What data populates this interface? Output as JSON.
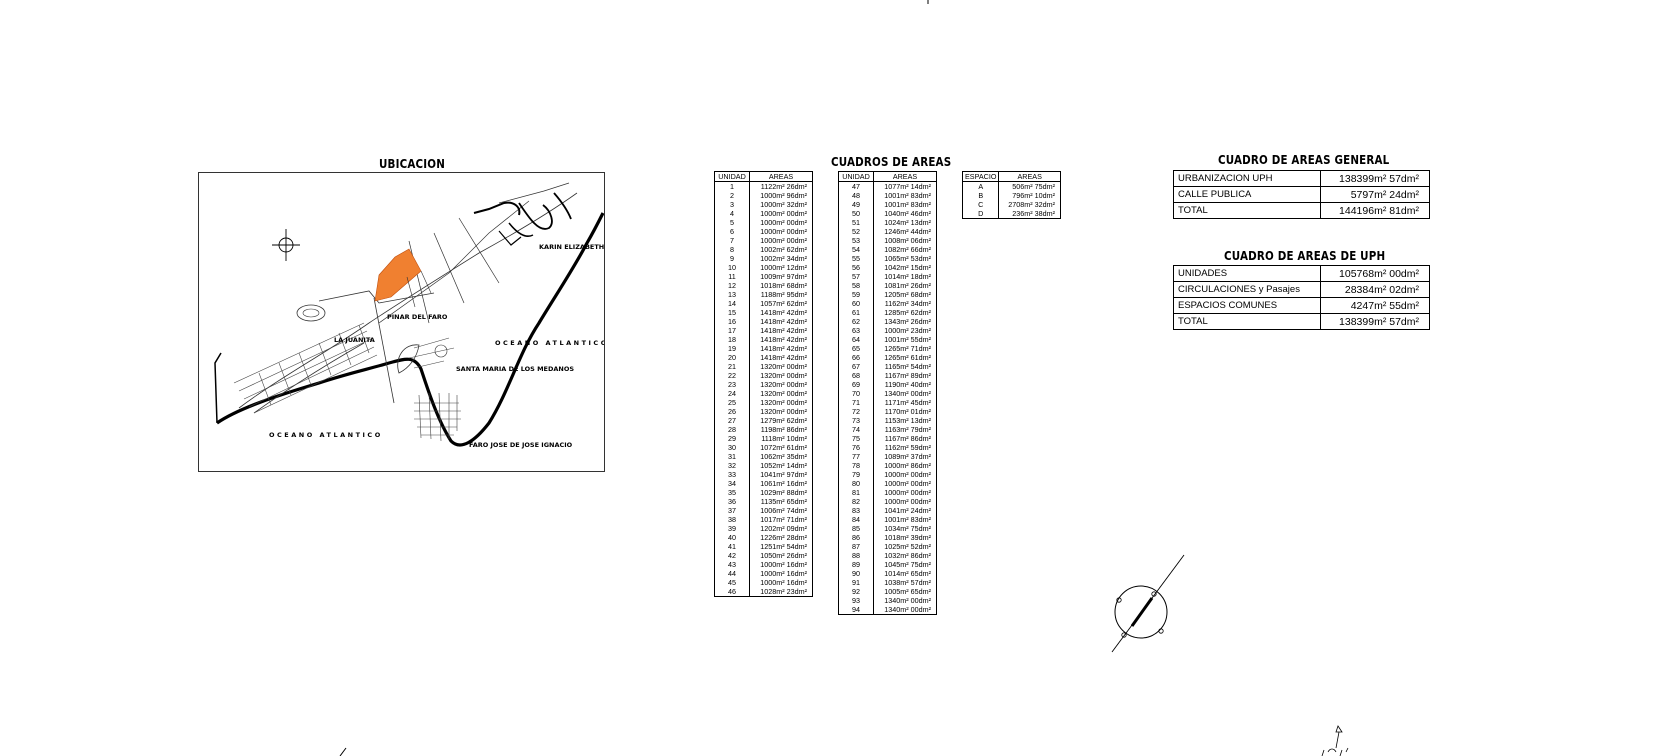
{
  "ubicacion": {
    "title": "UBICACION",
    "labels": {
      "karin": "KARIN ELIZABETH",
      "pinar": "PINAR DEL FARO",
      "oceano1": "OCEANO ATLANTICO",
      "juanita": "LA JUANITA",
      "santa_maria": "SANTA MARIA DE LOS MEDANOS",
      "oceano2": "OCEANO ATLANTICO",
      "faro": "FARO JOSE DE JOSE IGNACIO"
    },
    "highlight_color": "#f08030"
  },
  "cuadros": {
    "title": "CUADROS DE AREAS",
    "unidad_header": "UNIDAD",
    "areas_header": "AREAS",
    "espacio_header": "ESPACIO",
    "rows1": [
      [
        "1",
        "1122m² 26dm²"
      ],
      [
        "2",
        "1000m² 96dm²"
      ],
      [
        "3",
        "1000m² 32dm²"
      ],
      [
        "4",
        "1000m² 00dm²"
      ],
      [
        "5",
        "1000m² 00dm²"
      ],
      [
        "6",
        "1000m² 00dm²"
      ],
      [
        "7",
        "1000m² 00dm²"
      ],
      [
        "8",
        "1002m² 62dm²"
      ],
      [
        "9",
        "1002m² 34dm²"
      ],
      [
        "10",
        "1000m² 12dm²"
      ],
      [
        "11",
        "1009m² 97dm²"
      ],
      [
        "12",
        "1018m² 68dm²"
      ],
      [
        "13",
        "1188m² 95dm²"
      ],
      [
        "14",
        "1057m² 62dm²"
      ],
      [
        "15",
        "1418m² 42dm²"
      ],
      [
        "16",
        "1418m² 42dm²"
      ],
      [
        "17",
        "1418m² 42dm²"
      ],
      [
        "18",
        "1418m² 42dm²"
      ],
      [
        "19",
        "1418m² 42dm²"
      ],
      [
        "20",
        "1418m² 42dm²"
      ],
      [
        "21",
        "1320m² 00dm²"
      ],
      [
        "22",
        "1320m² 00dm²"
      ],
      [
        "23",
        "1320m² 00dm²"
      ],
      [
        "24",
        "1320m² 00dm²"
      ],
      [
        "25",
        "1320m² 00dm²"
      ],
      [
        "26",
        "1320m² 00dm²"
      ],
      [
        "27",
        "1279m² 62dm²"
      ],
      [
        "28",
        "1198m² 86dm²"
      ],
      [
        "29",
        "1118m² 10dm²"
      ],
      [
        "30",
        "1072m² 61dm²"
      ],
      [
        "31",
        "1062m² 35dm²"
      ],
      [
        "32",
        "1052m² 14dm²"
      ],
      [
        "33",
        "1041m² 97dm²"
      ],
      [
        "34",
        "1061m² 16dm²"
      ],
      [
        "35",
        "1029m² 88dm²"
      ],
      [
        "36",
        "1135m² 65dm²"
      ],
      [
        "37",
        "1006m² 74dm²"
      ],
      [
        "38",
        "1017m² 71dm²"
      ],
      [
        "39",
        "1202m² 09dm²"
      ],
      [
        "40",
        "1226m² 28dm²"
      ],
      [
        "41",
        "1251m² 54dm²"
      ],
      [
        "42",
        "1050m² 26dm²"
      ],
      [
        "43",
        "1000m² 16dm²"
      ],
      [
        "44",
        "1000m² 16dm²"
      ],
      [
        "45",
        "1000m² 16dm²"
      ],
      [
        "46",
        "1028m² 23dm²"
      ]
    ],
    "rows2": [
      [
        "47",
        "1077m² 14dm²"
      ],
      [
        "48",
        "1001m² 83dm²"
      ],
      [
        "49",
        "1001m² 83dm²"
      ],
      [
        "50",
        "1040m² 46dm²"
      ],
      [
        "51",
        "1024m² 13dm²"
      ],
      [
        "52",
        "1246m² 44dm²"
      ],
      [
        "53",
        "1008m² 06dm²"
      ],
      [
        "54",
        "1082m² 66dm²"
      ],
      [
        "55",
        "1065m² 53dm²"
      ],
      [
        "56",
        "1042m² 15dm²"
      ],
      [
        "57",
        "1014m² 18dm²"
      ],
      [
        "58",
        "1081m² 26dm²"
      ],
      [
        "59",
        "1205m² 68dm²"
      ],
      [
        "60",
        "1162m² 34dm²"
      ],
      [
        "61",
        "1285m² 62dm²"
      ],
      [
        "62",
        "1343m² 26dm²"
      ],
      [
        "63",
        "1000m² 23dm²"
      ],
      [
        "64",
        "1001m² 55dm²"
      ],
      [
        "65",
        "1265m² 71dm²"
      ],
      [
        "66",
        "1265m² 61dm²"
      ],
      [
        "67",
        "1165m² 54dm²"
      ],
      [
        "68",
        "1167m² 89dm²"
      ],
      [
        "69",
        "1190m² 40dm²"
      ],
      [
        "70",
        "1340m² 00dm²"
      ],
      [
        "71",
        "1171m² 45dm²"
      ],
      [
        "72",
        "1170m² 01dm²"
      ],
      [
        "73",
        "1153m² 13dm²"
      ],
      [
        "74",
        "1163m² 79dm²"
      ],
      [
        "75",
        "1167m² 86dm²"
      ],
      [
        "76",
        "1162m² 59dm²"
      ],
      [
        "77",
        "1089m² 37dm²"
      ],
      [
        "78",
        "1000m² 86dm²"
      ],
      [
        "79",
        "1000m² 00dm²"
      ],
      [
        "80",
        "1000m² 00dm²"
      ],
      [
        "81",
        "1000m² 00dm²"
      ],
      [
        "82",
        "1000m² 00dm²"
      ],
      [
        "83",
        "1041m² 24dm²"
      ],
      [
        "84",
        "1001m² 83dm²"
      ],
      [
        "85",
        "1034m² 75dm²"
      ],
      [
        "86",
        "1018m² 39dm²"
      ],
      [
        "87",
        "1025m² 52dm²"
      ],
      [
        "88",
        "1032m² 86dm²"
      ],
      [
        "89",
        "1045m² 75dm²"
      ],
      [
        "90",
        "1014m² 65dm²"
      ],
      [
        "91",
        "1038m² 57dm²"
      ],
      [
        "92",
        "1005m² 65dm²"
      ],
      [
        "93",
        "1340m² 00dm²"
      ],
      [
        "94",
        "1340m² 00dm²"
      ]
    ],
    "espacios": [
      [
        "A",
        "506m² 75dm²"
      ],
      [
        "B",
        "796m² 10dm²"
      ],
      [
        "C",
        "2708m² 32dm²"
      ],
      [
        "D",
        "236m² 38dm²"
      ]
    ]
  },
  "general": {
    "title": "CUADRO DE AREAS GENERAL",
    "rows": [
      [
        "URBANIZACION UPH",
        "138399m² 57dm²"
      ],
      [
        "CALLE PUBLICA",
        "5797m² 24dm²"
      ],
      [
        "TOTAL",
        "144196m² 81dm²"
      ]
    ]
  },
  "uph": {
    "title": "CUADRO DE AREAS DE UPH",
    "rows": [
      [
        "UNIDADES",
        "105768m² 00dm²"
      ],
      [
        "CIRCULACIONES y Pasajes",
        "28384m² 02dm²"
      ],
      [
        "ESPACIOS COMUNES",
        "4247m² 55dm²"
      ],
      [
        "TOTAL",
        "138399m² 57dm²"
      ]
    ]
  }
}
